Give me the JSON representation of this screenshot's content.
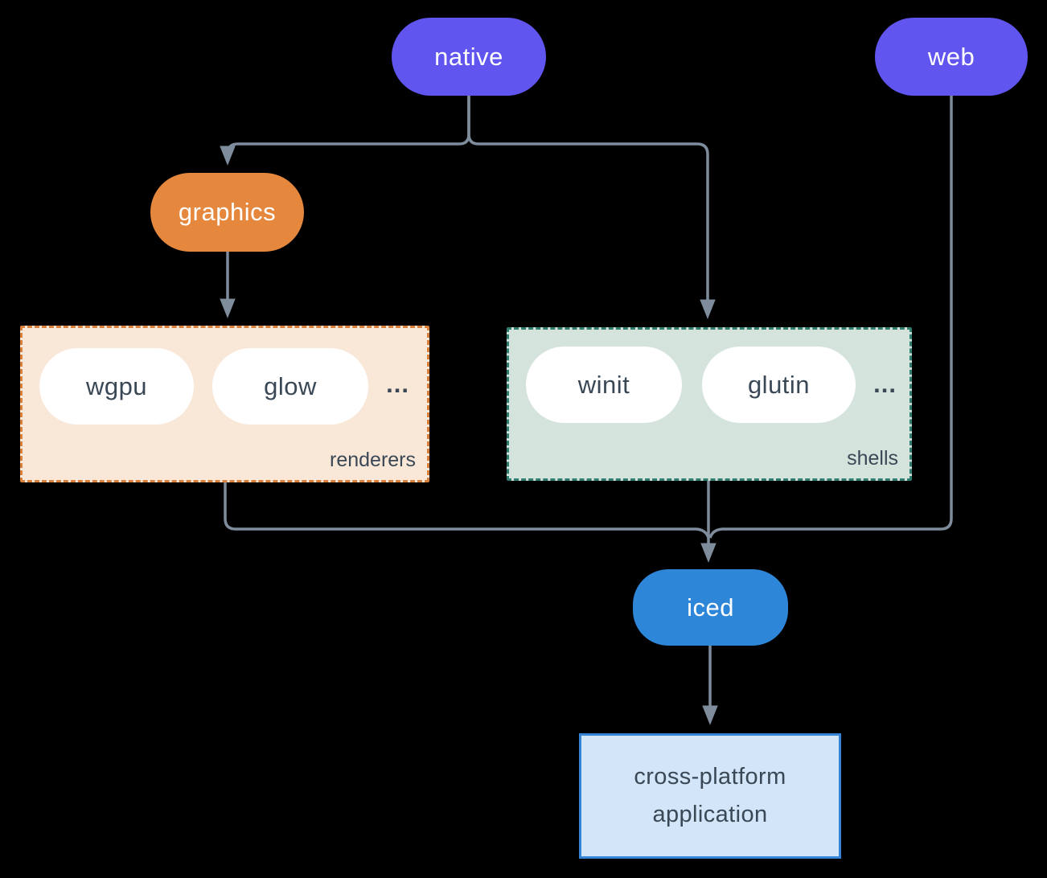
{
  "diagram": {
    "nodes": {
      "native": {
        "label": "native"
      },
      "web": {
        "label": "web"
      },
      "graphics": {
        "label": "graphics"
      },
      "iced": {
        "label": "iced"
      },
      "app": {
        "lines": [
          "cross-platform",
          "application"
        ]
      }
    },
    "groups": {
      "renderers": {
        "label": "renderers",
        "pills": [
          "wgpu",
          "glow"
        ],
        "more": "..."
      },
      "shells": {
        "label": "shells",
        "pills": [
          "winit",
          "glutin"
        ],
        "more": "..."
      }
    },
    "colors": {
      "purple": "#6155F0",
      "orange": "#E5873D",
      "blue": "#2E86D8",
      "renderers_bg": "#F9E7D8",
      "renderers_border": "#D9813C",
      "shells_bg": "#D5E3DD",
      "shells_border": "#2E7D6E",
      "app_bg": "#D3E5F8",
      "app_border": "#3584D6",
      "line": "#7E8C9C",
      "text_dark": "#3A4856",
      "text_light": "#FFFFFF",
      "background": "#000000"
    }
  }
}
